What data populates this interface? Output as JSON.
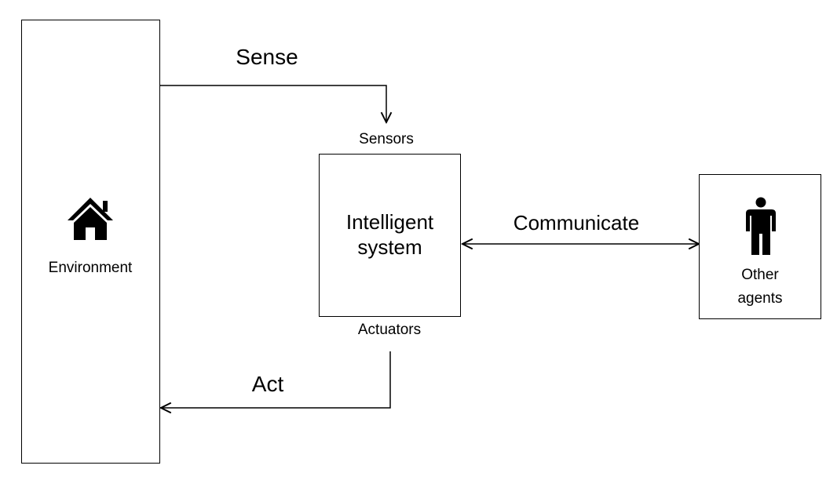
{
  "diagram": {
    "environment": {
      "label": "Environment",
      "icon": "house-icon"
    },
    "intelligent_system": {
      "label_line1": "Intelligent",
      "label_line2": "system",
      "top_port_label": "Sensors",
      "bottom_port_label": "Actuators"
    },
    "other_agents": {
      "label_line1": "Other",
      "label_line2": "agents",
      "icon": "person-icon"
    },
    "edges": {
      "sense": "Sense",
      "act": "Act",
      "communicate": "Communicate"
    },
    "colors": {
      "stroke": "#000000",
      "background": "#ffffff"
    }
  }
}
